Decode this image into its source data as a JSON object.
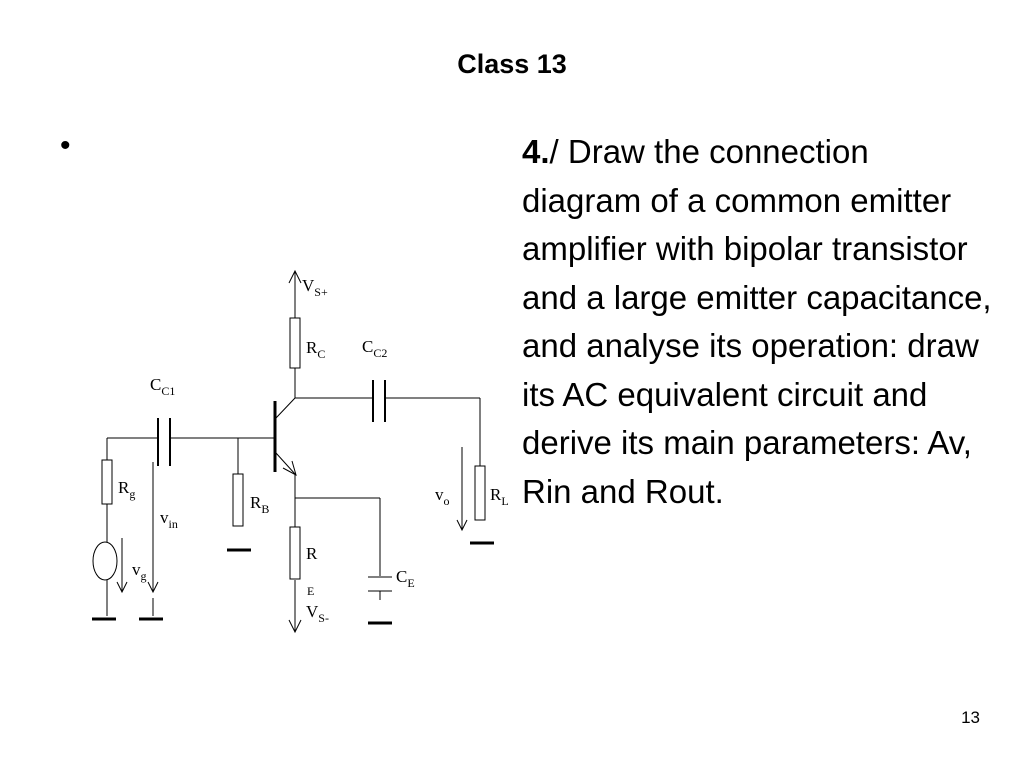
{
  "slide": {
    "title": "Class 13",
    "bullet": "•",
    "task_number": "4.",
    "task_text": "/ Draw the connection diagram of a common emitter amplifier with bipolar transistor and a large emitter capacitance, and analyse its operation: draw its AC equivalent circuit and derive its main parameters: Av, Rin and Rout.",
    "page_number": "13"
  },
  "circuit": {
    "labels": {
      "vs_plus": {
        "main": "V",
        "sub": "S+"
      },
      "vs_minus": {
        "main": "V",
        "sub": "S-"
      },
      "rc": {
        "main": "R",
        "sub": "C"
      },
      "cc2": {
        "main": "C",
        "sub": "C2"
      },
      "cc1": {
        "main": "C",
        "sub": "C1"
      },
      "rg": {
        "main": "R",
        "sub": "g"
      },
      "rb": {
        "main": "R",
        "sub": "B"
      },
      "re": {
        "main": "R",
        "sub": "E"
      },
      "ce": {
        "main": "C",
        "sub": "E"
      },
      "rl": {
        "main": "R",
        "sub": "L"
      },
      "vo": {
        "main": "v",
        "sub": "o"
      },
      "vin": {
        "main": "v",
        "sub": "in"
      },
      "vg": {
        "main": "v",
        "sub": "g"
      }
    }
  }
}
